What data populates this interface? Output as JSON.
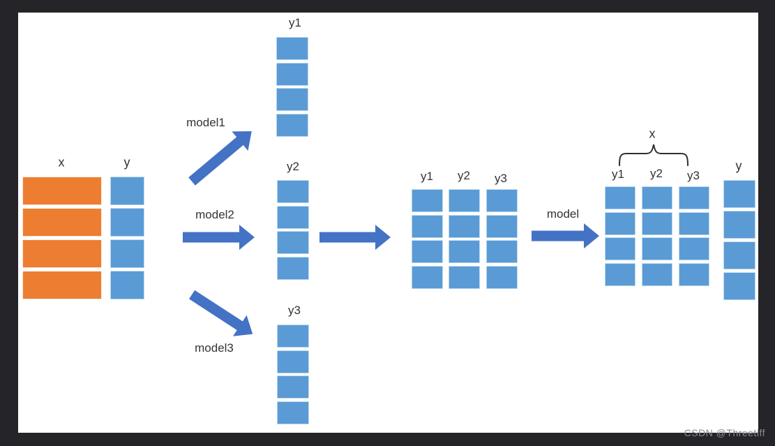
{
  "watermark": "CSDN @Threetiff",
  "colors": {
    "frame": "#242429",
    "canvas": "#ffffff",
    "blue": "#5B9BD5",
    "orange": "#ED7D31",
    "arrow": "#4472C4",
    "text": "#333333",
    "watermark": "#8a8a91"
  },
  "left_group": {
    "x_label": "x",
    "y_label": "y"
  },
  "models": {
    "model1": "model1",
    "model2": "model2",
    "model3": "model3",
    "final": "model"
  },
  "pred_columns": {
    "top": "y1",
    "middle": "y2",
    "bottom": "y3"
  },
  "center_group": {
    "y1": "y1",
    "y2": "y2",
    "y3": "y3"
  },
  "right_group": {
    "x_brace_label": "x",
    "y1": "y1",
    "y2": "y2",
    "y3": "y3",
    "y_label": "y"
  }
}
